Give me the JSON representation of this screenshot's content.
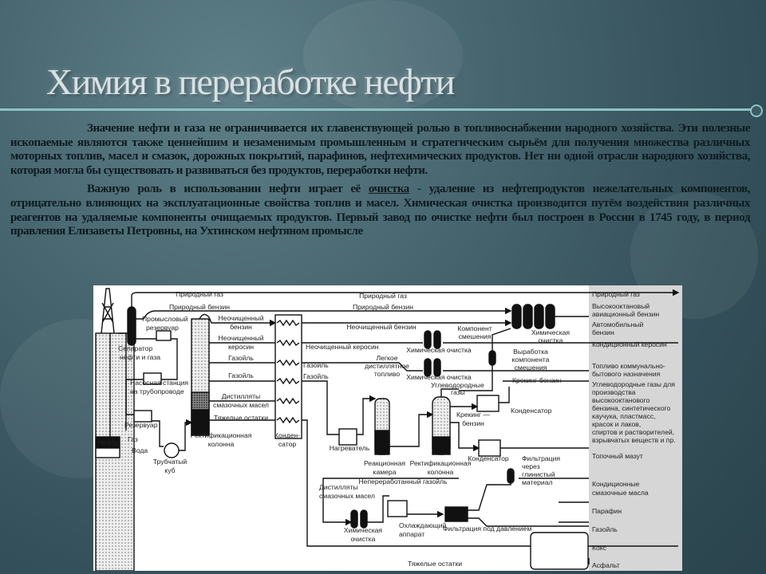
{
  "title": "Химия в переработке нефти",
  "paragraphs": [
    {
      "text": "Значение нефти и газа не ограничивается их главенствующей ролью в топливоснабжении народного хозяйства. Эти полезные ископаемые являются также ценнейшим и незаменимым промышленным и стратегическим сырьём для получения множества различных моторных топлив, масел и смазок, дорожных покрытий, парафинов, нефтехимических продуктов. Нет ни одной отрасли народного хозяйства, которая могла бы существовать и развиваться без продуктов, переработки нефти."
    },
    {
      "before": "Важную роль в использовании нефти играет её ",
      "link": "очистка",
      "after": " - удаление из нефтепродуктов нежелательных компонентов, отрицательно влияющих на эксплуатационные свойства топлив и масел. Химическая очистка производится путём воздействия различных реагентов на удаляемые компоненты очищаемых продуктов. Первый завод по очистке нефти был построен в России в 1745 году, в период правления Елизаветы Петровны, на Ухтинском нефтяном промысле"
    }
  ],
  "diagram": {
    "labels": [
      "Природный газ",
      "Природный бензин",
      "Промысловый",
      "резервуар",
      "Неочищенный",
      "бензин",
      "Неочищенный",
      "керосин",
      "Газойль",
      "Газойль",
      "Дистилляты",
      "смазочных масел",
      "Тяжелые остатки",
      "Сепаратор",
      "нефти и газа",
      "Насосная станция",
      "на трубопроводе",
      "Резервуар",
      "Ректификационная",
      "колонна",
      "Конден-",
      "сатор",
      "Нефть",
      "Газ",
      "Вода",
      "Трубчатый",
      "куб",
      "Неочищенный керосин",
      "Газойль",
      "Газойль",
      "Природный газ",
      "Природный бензин",
      "Неочищенный бензин",
      "Компонент",
      "смешения",
      "Химическая",
      "очистка",
      "Химическая очистка",
      "Легкое",
      "дистиллятное",
      "топливо",
      "Химическая очистка",
      "Выработка",
      "компонента",
      "смешения",
      "Крекинг-бензин",
      "Углеводородные",
      "газы",
      "Конденсатор",
      "Крекинг —",
      "бензин",
      "Конденсатор",
      "Фильтрация",
      "через",
      "глинистый",
      "материал",
      "Нагреватель",
      "Реакционная",
      "камера",
      "Ректификационная",
      "колонна",
      "Непереработанный газойль",
      "Дистилляты",
      "смазочных масел",
      "Химическая",
      "очистка",
      "Охлаждающий",
      "аппарат",
      "Фильтрация под давлением",
      "Тяжелые остатки"
    ],
    "outputs": [
      "Природный газ",
      "Высокооктановый",
      "авиационный бензин",
      "Автомобильный",
      "бензин",
      "Кондиционный керосин",
      "Топливо коммунально-",
      "бытового назначения",
      "Углеводородные газы для",
      "производства",
      "высокооктанового",
      "бензина, синтетического",
      "каучука, пластмасс,",
      "красок и лаков,",
      "спиртов и растворителей,",
      "взрывчатых веществ и пр.",
      "Топочный мазут",
      "Кондиционные",
      "смазочные масла",
      "Парафин",
      "Газойль",
      "Кокс",
      "Асфальт"
    ]
  }
}
